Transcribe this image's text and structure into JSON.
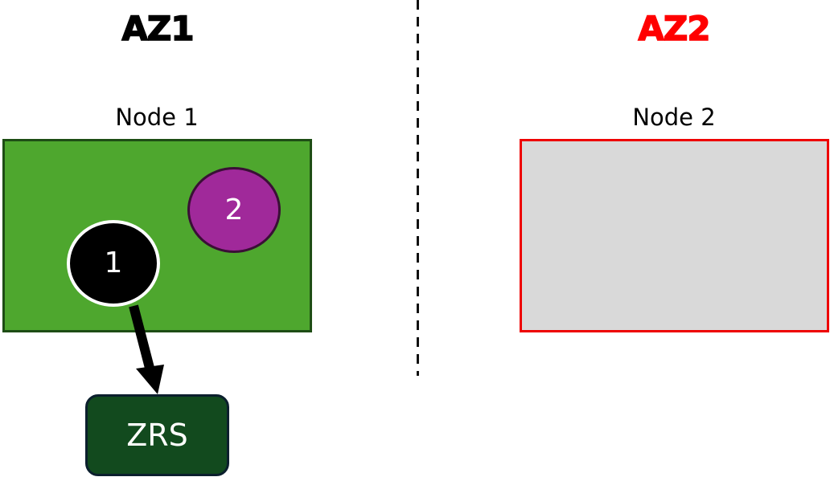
{
  "zones": [
    {
      "title": "AZ1",
      "color": "#000000"
    },
    {
      "title": "AZ2",
      "color": "#ff0000"
    }
  ],
  "nodes": [
    {
      "label": "Node 1",
      "fill": "#4ea72e",
      "border": "#1e4d15"
    },
    {
      "label": "Node 2",
      "fill": "#d9d9d9",
      "border": "#ee0000"
    }
  ],
  "pods": [
    {
      "label": "1",
      "fill": "#000000"
    },
    {
      "label": "2",
      "fill": "#a0299a"
    }
  ],
  "storage": {
    "label": "ZRS",
    "fill": "#124a1e"
  }
}
